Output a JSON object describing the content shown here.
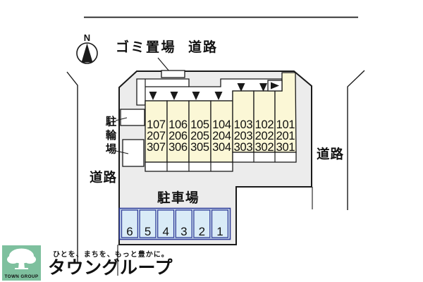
{
  "plan": {
    "compass_label": "N",
    "garbage_label": "ゴミ置場",
    "road_top_label": "道路",
    "road_left_label": "道路",
    "road_right_label": "道路",
    "bicycle_parking_label": "駐輪場",
    "parking_lot_label": "駐車場",
    "units": [
      {
        "f1": "107",
        "f2": "207",
        "f3": "307"
      },
      {
        "f1": "106",
        "f2": "206",
        "f3": "306"
      },
      {
        "f1": "105",
        "f2": "205",
        "f3": "305"
      },
      {
        "f1": "104",
        "f2": "204",
        "f3": "304"
      },
      {
        "f1": "103",
        "f2": "203",
        "f3": "303"
      },
      {
        "f1": "102",
        "f2": "202",
        "f3": "302"
      },
      {
        "f1": "101",
        "f2": "201",
        "f3": "301"
      }
    ],
    "parking_spaces": [
      "6",
      "5",
      "4",
      "3",
      "2",
      "1"
    ]
  },
  "branding": {
    "logo_text": "TOWN GROUP",
    "tagline": "ひとを、まちを、もっと豊かに。",
    "company": "タウングループ"
  },
  "colors": {
    "site_fill": "#ececec",
    "unit_fill": "#fbf7d6",
    "parking_fill": "#d9ebf7",
    "parking_border": "#2f3c98",
    "brand_green": "#7ec09e",
    "tagline_green": "#a6d2bb",
    "logotype_green": "#79bc99",
    "line_black": "#1a1a1a"
  }
}
